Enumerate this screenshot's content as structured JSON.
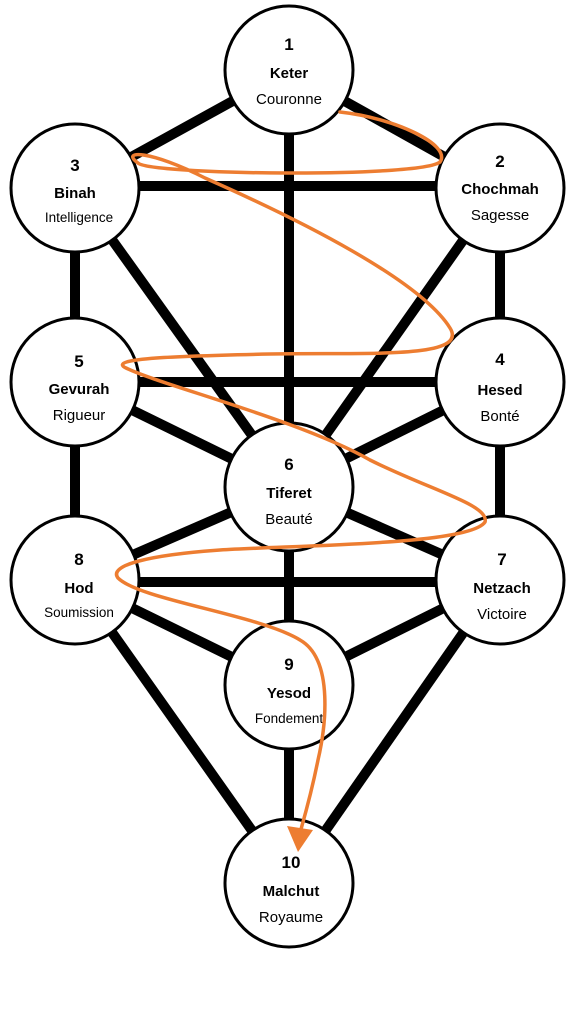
{
  "accent_color": "#ed7d31",
  "sefirot": [
    {
      "number": "1",
      "name": "Keter",
      "translation": "Couronne"
    },
    {
      "number": "2",
      "name": "Chochmah",
      "translation": "Sagesse"
    },
    {
      "number": "3",
      "name": "Binah",
      "translation": "Intelligence"
    },
    {
      "number": "4",
      "name": "Hesed",
      "translation": "Bonté"
    },
    {
      "number": "5",
      "name": "Gevurah",
      "translation": "Rigueur"
    },
    {
      "number": "6",
      "name": "Tiferet",
      "translation": "Beauté"
    },
    {
      "number": "7",
      "name": "Netzach",
      "translation": "Victoire"
    },
    {
      "number": "8",
      "name": "Hod",
      "translation": "Soumission"
    },
    {
      "number": "9",
      "name": "Yesod",
      "translation": "Fondement"
    },
    {
      "number": "10",
      "name": "Malchut",
      "translation": "Royaume"
    }
  ]
}
